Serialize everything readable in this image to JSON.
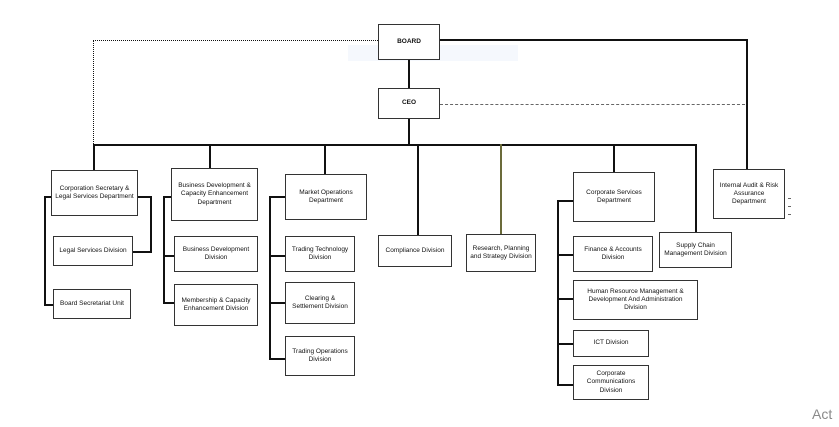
{
  "board": "BOARD",
  "ceo": "CEO",
  "departments": {
    "corp_sec": "Corporation Secretary & Legal Services Department",
    "legal_services": "Legal Services Division",
    "board_secretariat": "Board Secretariat Unit",
    "business_dev": "Business Development & Capacity Enhancement Department",
    "business_dev_div": "Business Development Division",
    "membership": "Membership & Capacity Enhancement Division",
    "market_ops": "Market Operations Department",
    "trading_tech": "Trading Technology Division",
    "clearing": "Clearing & Settlement Division",
    "trading_ops": "Trading Operations Division",
    "compliance": "Compliance Division",
    "research": "Research, Planning and Strategy Division",
    "corporate_services": "Corporate Services Department",
    "finance": "Finance & Accounts Division",
    "hr": "Human Resource Management & Development And Administration Division",
    "ict": "ICT Division",
    "corp_comm": "Corporate Communications Division",
    "supply_chain": "Supply Chain Management Division",
    "internal_audit": "Internal Audit & Risk Assurance Department"
  },
  "watermark": "Act"
}
